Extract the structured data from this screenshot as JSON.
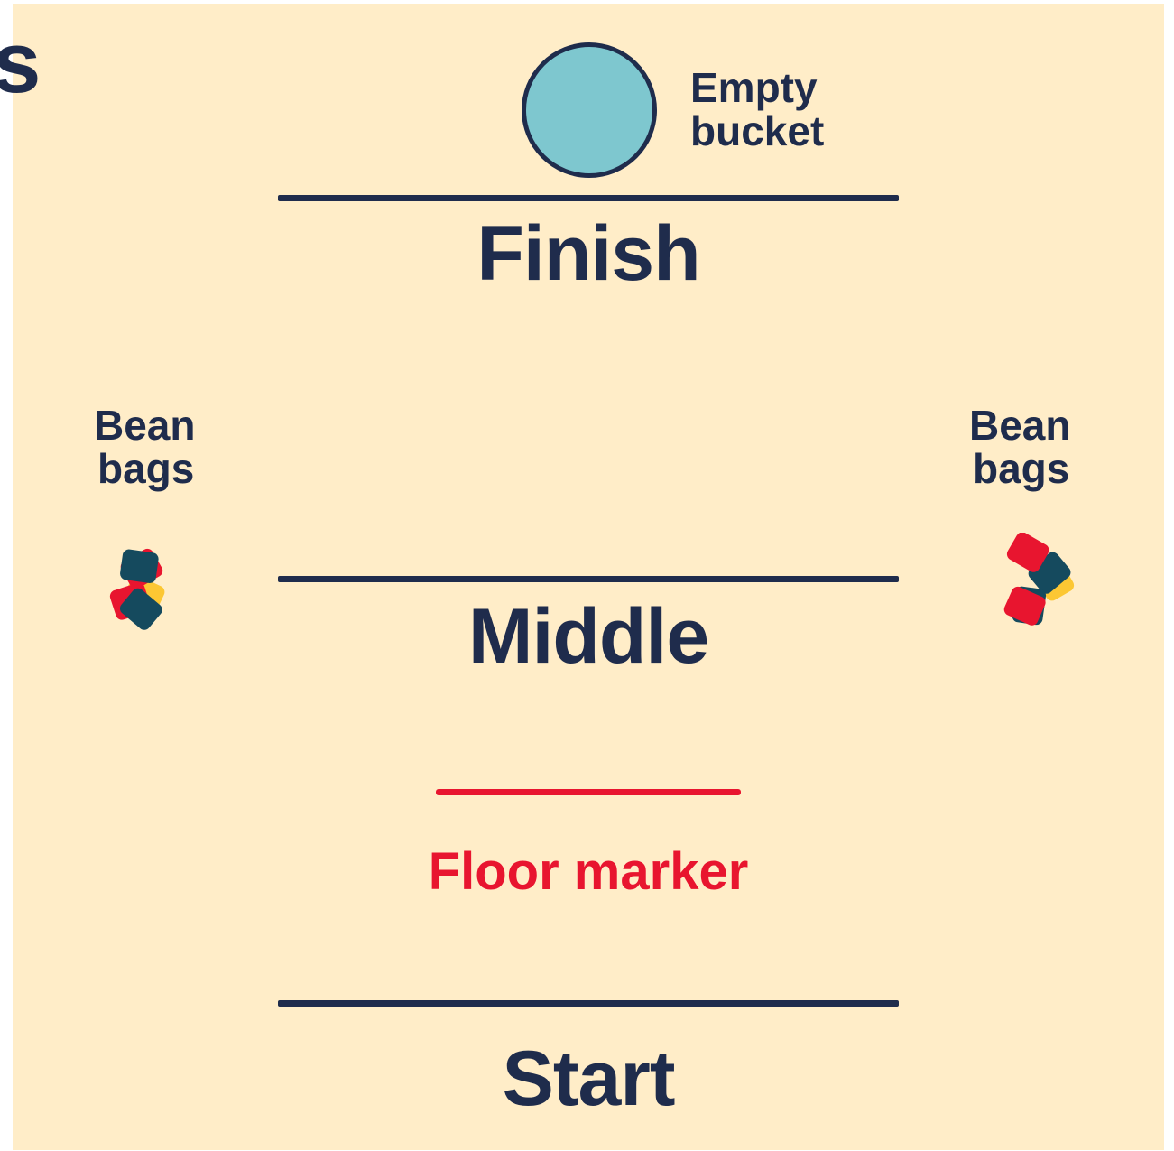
{
  "cut_letter": "s",
  "bucket": {
    "label_line1": "Empty",
    "label_line2": "bucket"
  },
  "lines": {
    "finish": "Finish",
    "middle": "Middle",
    "start": "Start"
  },
  "floor_marker": {
    "label": "Floor marker"
  },
  "bean_bags_left": {
    "label_line1": "Bean",
    "label_line2": "bags"
  },
  "bean_bags_right": {
    "label_line1": "Bean",
    "label_line2": "bags"
  },
  "colors": {
    "background": "#ffedc8",
    "navy": "#1f2c4c",
    "red": "#e8152f",
    "bucket_fill": "#7ec7cf",
    "beanbag_yellow": "#fcc733",
    "beanbag_teal": "#154a5e"
  },
  "icons": [
    "bucket-icon",
    "bean-bags-icon"
  ]
}
